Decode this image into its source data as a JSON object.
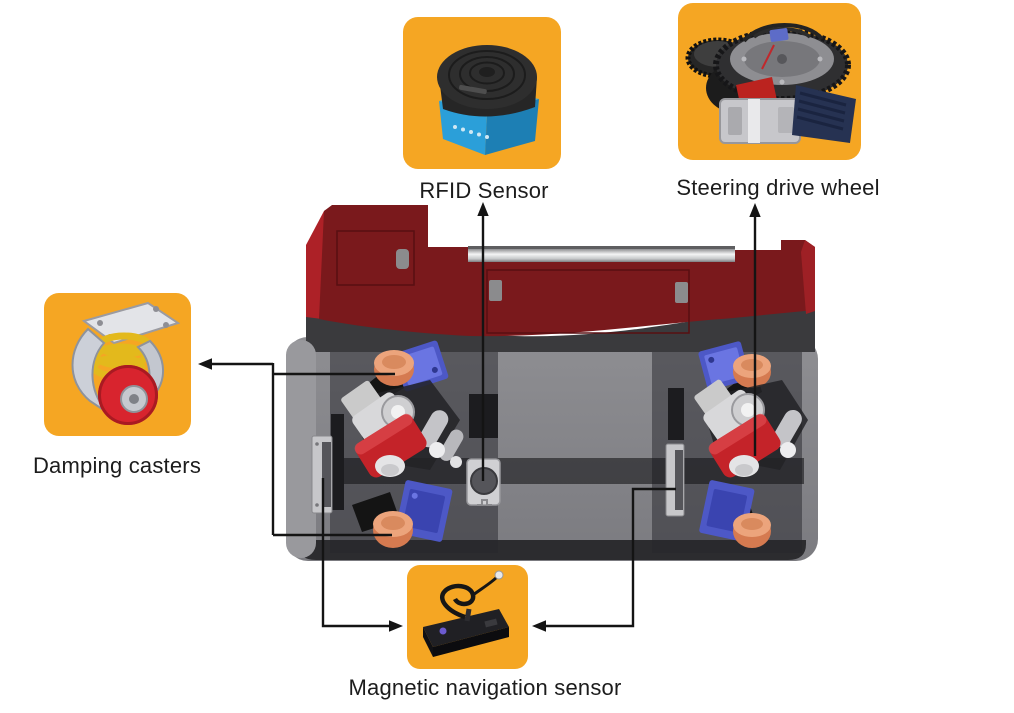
{
  "callouts": {
    "rfid": {
      "label": "RFID Sensor",
      "icon": "rfid-reader-photo"
    },
    "steering": {
      "label": "Steering drive wheel",
      "icon": "steering-drive-wheel-photo"
    },
    "damping": {
      "label": "Damping casters",
      "icon": "damping-caster-photo"
    },
    "magnetic": {
      "label": "Magnetic navigation sensor",
      "icon": "magnetic-navigation-sensor-photo"
    }
  },
  "colors": {
    "callout_bg": "#F5A623",
    "label_text": "#1C1C1C",
    "leader_line": "#141414",
    "body_red": "#7A191C",
    "body_red_edge": "#AD2127",
    "chassis_grey": "#85858A",
    "waist_band_grey": "#3A3A3D",
    "rail_silver": "#D9D9DB",
    "caster_orange": "#D57A50",
    "bracket_blue": "#4D58C6",
    "drive_wheel_red": "#C42329"
  }
}
